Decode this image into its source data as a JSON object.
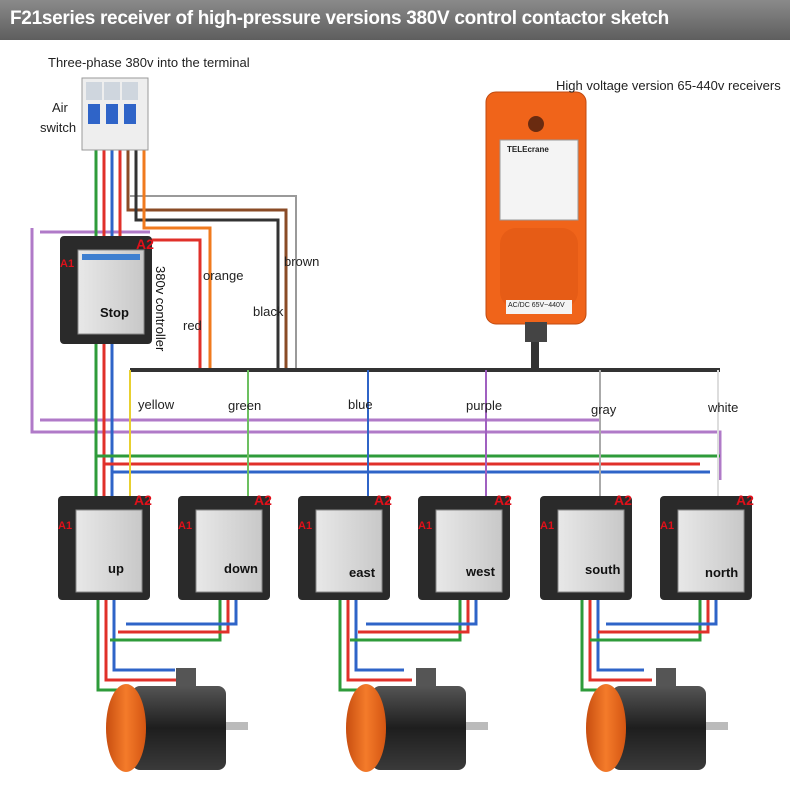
{
  "title": "F21series receiver of high-pressure versions 380V control contactor sketch",
  "labels": {
    "terminal": "Three-phase 380v into the terminal",
    "air_switch_1": "Air",
    "air_switch_2": "switch",
    "receiver": "High voltage version 65-440v receivers",
    "controller": "380v controller",
    "receiver_brand": "TELEcrane",
    "receiver_voltage": "AC/DC 65V~440V"
  },
  "wires": {
    "orange": "orange",
    "brown": "brown",
    "red": "red",
    "black": "black",
    "yellow": "yellow",
    "green": "green",
    "blue": "blue",
    "purple": "purple",
    "gray": "gray",
    "white": "white"
  },
  "contactors": {
    "stop": "Stop",
    "up": "up",
    "down": "down",
    "east": "east",
    "west": "west",
    "south": "south",
    "north": "north",
    "a1": "A1",
    "a2": "A2"
  },
  "colors": {
    "wire_green": "#2e9b3a",
    "wire_red": "#e0302a",
    "wire_blue": "#2f64c8",
    "wire_purple": "#b07ac8",
    "wire_orange": "#f07a1e",
    "wire_brown": "#8a4b26",
    "wire_black": "#333333",
    "receiver_orange": "#f0641a",
    "motor_cap": "#e8621a"
  }
}
